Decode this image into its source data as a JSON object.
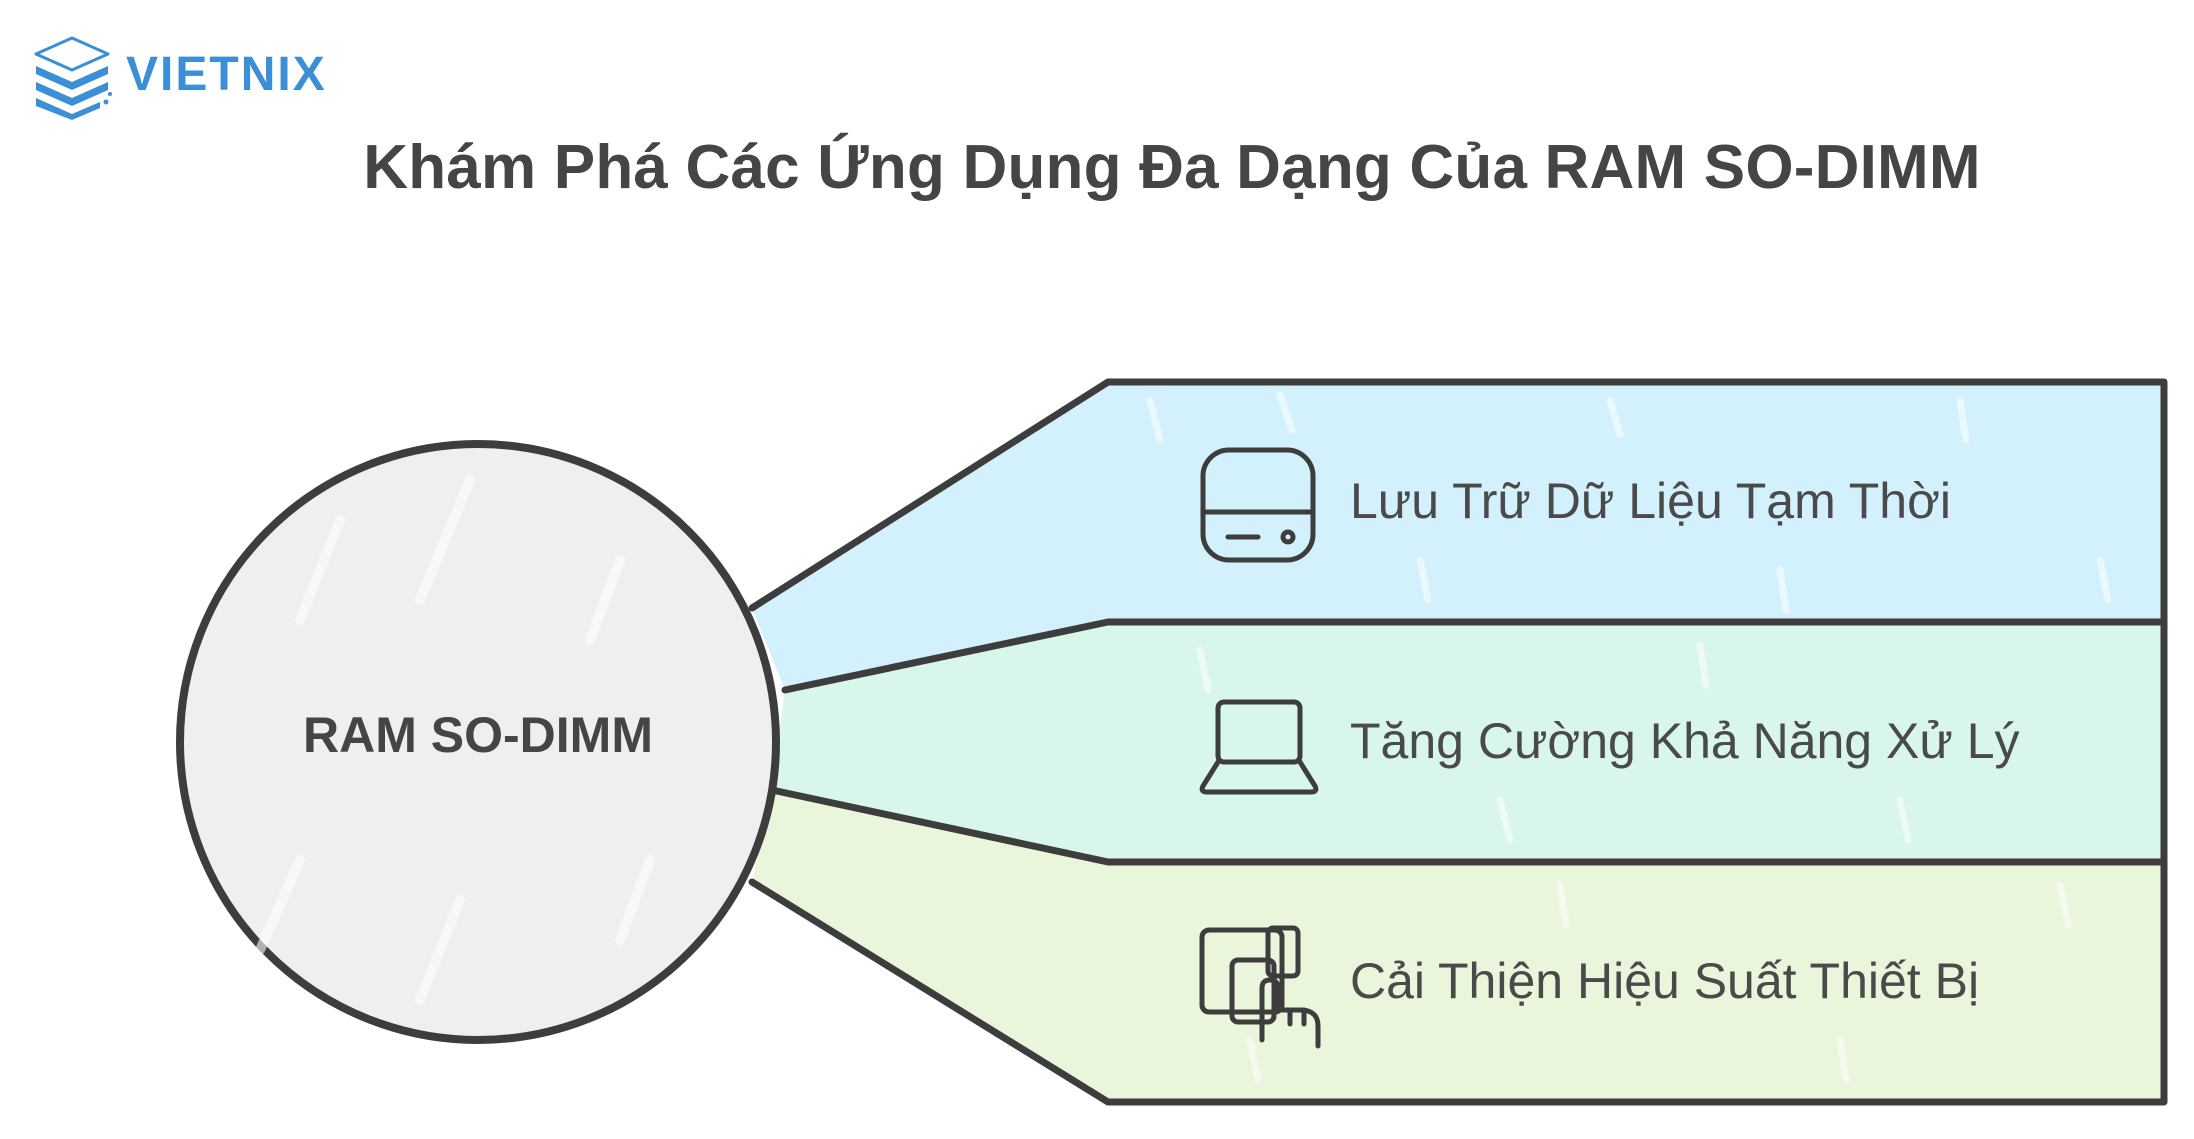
{
  "brand": {
    "name": "VIETNIX",
    "logo_icon": "stacked-layers-icon",
    "color": "#3a8fd6"
  },
  "title": "Khám Phá Các Ứng Dụng Đa Dạng Của RAM SO-DIMM",
  "center": {
    "label": "RAM SO-DIMM",
    "fill": "#efefef"
  },
  "branches": [
    {
      "label": "Lưu Trữ Dữ Liệu Tạm Thời",
      "icon": "hard-drive-icon",
      "fill": "#d3f1fc"
    },
    {
      "label": "Tăng Cường Khả Năng Xử Lý",
      "icon": "laptop-icon",
      "fill": "#d8f6e9"
    },
    {
      "label": "Cải Thiện Hiệu Suất Thiết Bị",
      "icon": "devices-touch-icon",
      "fill": "#eaf6db"
    }
  ]
}
